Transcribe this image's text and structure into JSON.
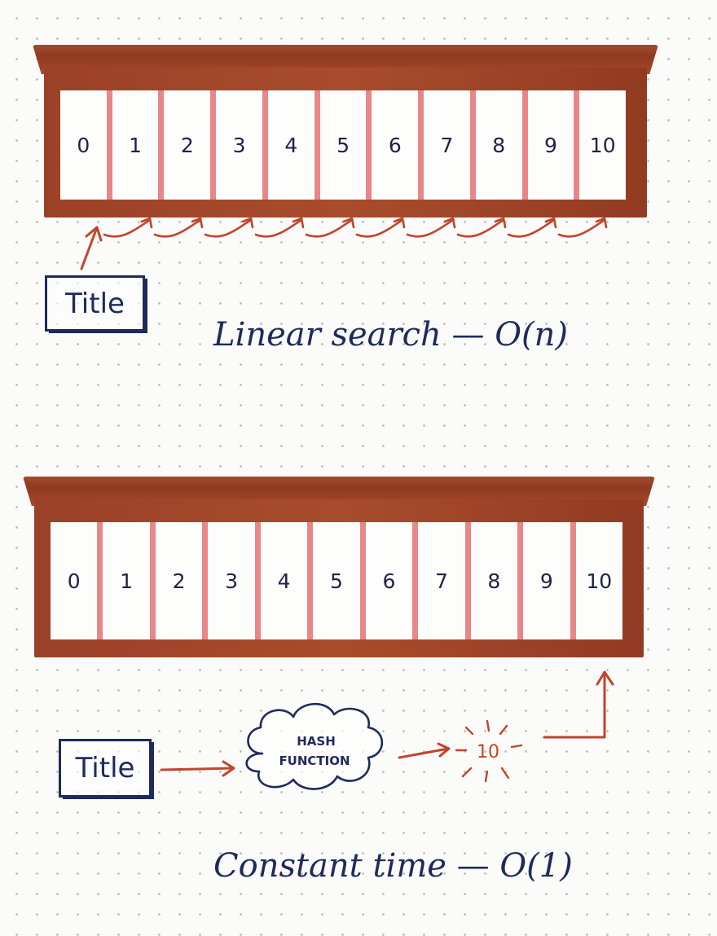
{
  "linear": {
    "slots": [
      "0",
      "1",
      "2",
      "3",
      "4",
      "5",
      "6",
      "7",
      "8",
      "9",
      "10"
    ],
    "title_label": "Title",
    "caption": "Linear search — O(n)"
  },
  "hash": {
    "slots": [
      "0",
      "1",
      "2",
      "3",
      "4",
      "5",
      "6",
      "7",
      "8",
      "9",
      "10"
    ],
    "title_label": "Title",
    "cloud_line1": "HASH",
    "cloud_line2": "FUNCTION",
    "result": "10",
    "caption": "Constant time — O(1)"
  },
  "colors": {
    "shelf": "#9b4127",
    "slot_divider": "#e8868a",
    "ink_navy": "#1f2a5c",
    "ink_red": "#c2442c"
  }
}
